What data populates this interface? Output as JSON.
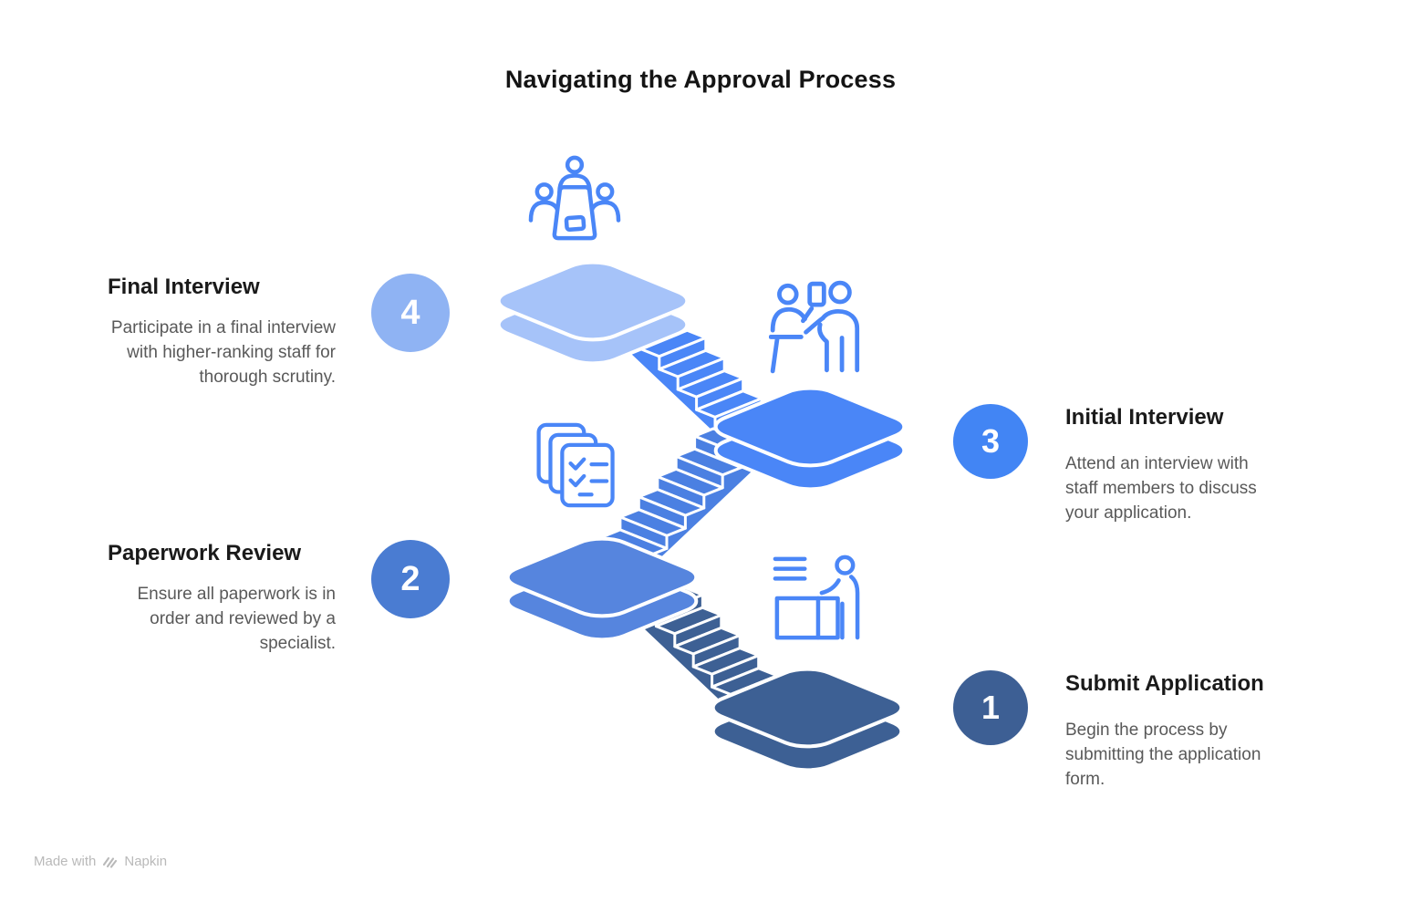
{
  "title": "Navigating the Approval Process",
  "footer": {
    "made_with": "Made with",
    "brand": "Napkin"
  },
  "colors": {
    "title_text": "#141414",
    "body_text": "#595959",
    "icon_stroke": "#4a86f7",
    "footer_text": "#b9b9b9"
  },
  "steps": [
    {
      "number": "1",
      "title": "Submit Application",
      "description": "Begin the process by submitting the application form.",
      "color": "#3d5f94",
      "side": "right",
      "icon": "submit-desk-icon"
    },
    {
      "number": "2",
      "title": "Paperwork Review",
      "description": "Ensure all paperwork is in order and reviewed by a specialist.",
      "color": "#4a7cd2",
      "side": "left",
      "icon": "checklist-documents-icon"
    },
    {
      "number": "3",
      "title": "Initial Interview",
      "description": "Attend an interview with staff members to discuss your application.",
      "color": "#4285f4",
      "side": "right",
      "icon": "interview-icon"
    },
    {
      "number": "4",
      "title": "Final Interview",
      "description": "Participate in a final interview with higher-ranking staff for thorough scrutiny.",
      "color": "#8fb3f3",
      "side": "left",
      "icon": "meeting-table-icon"
    }
  ],
  "diagram": {
    "platform_colors": {
      "p1": "#3d6094",
      "p2": "#5685de",
      "p3": "#4a86f7",
      "p4": "#a6c3f9"
    },
    "stair_colors": {
      "s4_3": "#4a86f7",
      "s3_2": "#4b80e2",
      "s2_1": "#3d6094"
    },
    "edge_color": "#ffffff"
  }
}
